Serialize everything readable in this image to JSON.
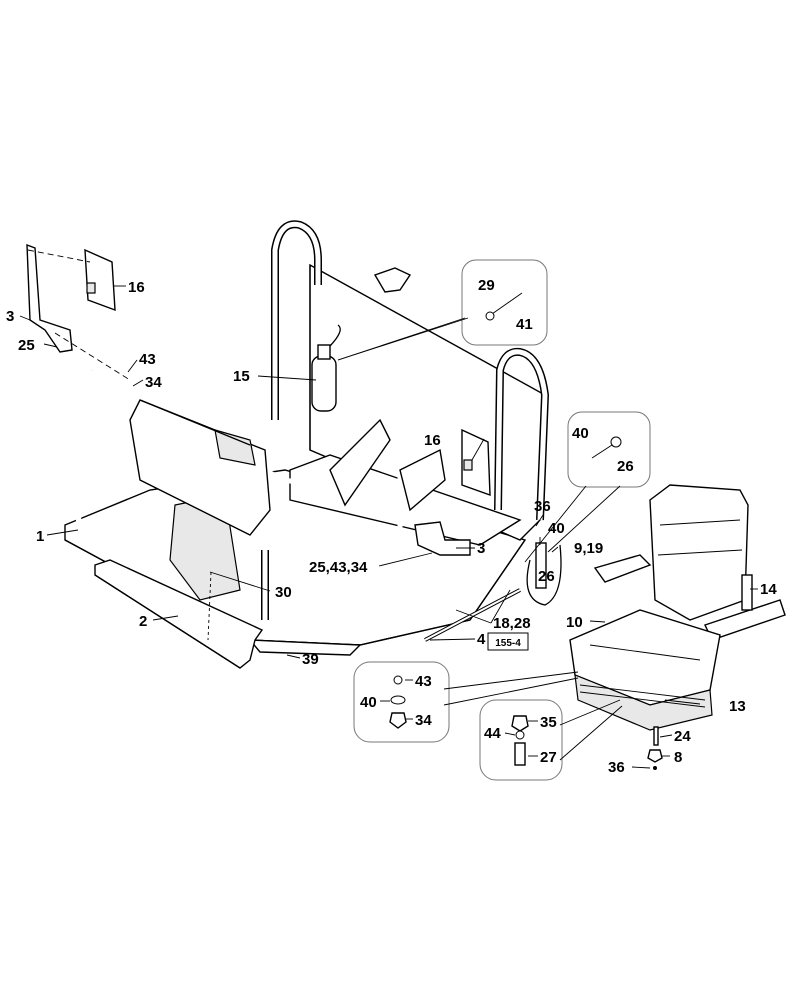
{
  "diagram": {
    "reference_tag": "155-4",
    "callouts": [
      {
        "id": "c-16a",
        "text": "16"
      },
      {
        "id": "c-3a",
        "text": "3"
      },
      {
        "id": "c-25",
        "text": "25"
      },
      {
        "id": "c-43a",
        "text": "43"
      },
      {
        "id": "c-34a",
        "text": "34"
      },
      {
        "id": "c-15",
        "text": "15"
      },
      {
        "id": "c-29",
        "text": "29"
      },
      {
        "id": "c-41",
        "text": "41"
      },
      {
        "id": "c-16b",
        "text": "16"
      },
      {
        "id": "c-40a",
        "text": "40"
      },
      {
        "id": "c-26a",
        "text": "26"
      },
      {
        "id": "c-1",
        "text": "1"
      },
      {
        "id": "c-36a",
        "text": "36"
      },
      {
        "id": "c-40b",
        "text": "40"
      },
      {
        "id": "c-9-19",
        "text": "9,19"
      },
      {
        "id": "c-3b",
        "text": "3"
      },
      {
        "id": "c-26b",
        "text": "26"
      },
      {
        "id": "c-25-43-34",
        "text": "25,43,34"
      },
      {
        "id": "c-14",
        "text": "14"
      },
      {
        "id": "c-30",
        "text": "30"
      },
      {
        "id": "c-2",
        "text": "2"
      },
      {
        "id": "c-18-28",
        "text": "18,28"
      },
      {
        "id": "c-10",
        "text": "10"
      },
      {
        "id": "c-4",
        "text": "4"
      },
      {
        "id": "c-39",
        "text": "39"
      },
      {
        "id": "c-43b",
        "text": "43"
      },
      {
        "id": "c-40c",
        "text": "40"
      },
      {
        "id": "c-34b",
        "text": "34"
      },
      {
        "id": "c-13",
        "text": "13"
      },
      {
        "id": "c-35",
        "text": "35"
      },
      {
        "id": "c-44",
        "text": "44"
      },
      {
        "id": "c-27",
        "text": "27"
      },
      {
        "id": "c-24",
        "text": "24"
      },
      {
        "id": "c-8",
        "text": "8"
      },
      {
        "id": "c-36b",
        "text": "36"
      }
    ]
  }
}
